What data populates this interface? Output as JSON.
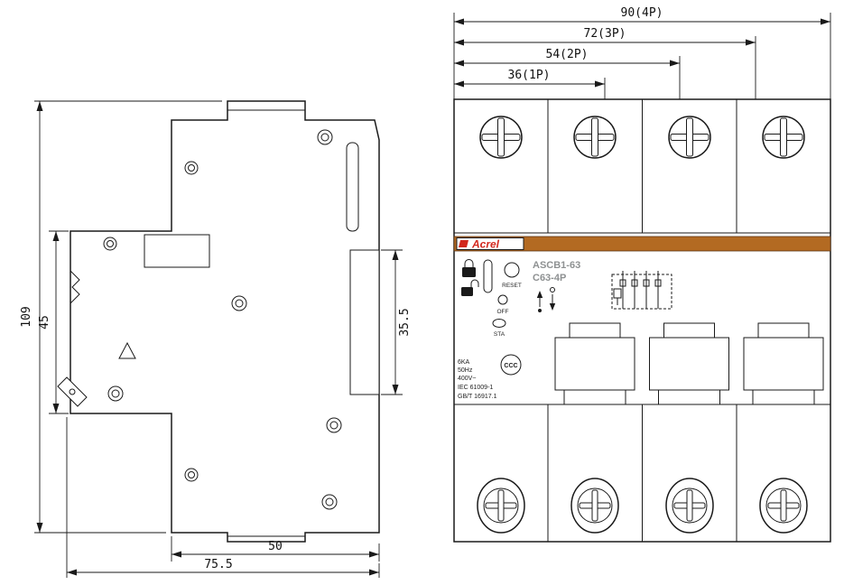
{
  "dims": {
    "side": {
      "height_overall": "109",
      "height_pole_face": "45",
      "rail_clip": "35.5",
      "width_body": "50",
      "width_overall": "75.5"
    },
    "front": {
      "p4": "90(4P)",
      "p3": "72(3P)",
      "p2": "54(2P)",
      "p1": "36(1P)"
    }
  },
  "device": {
    "brand": "Acrel",
    "model": "ASCB1-63",
    "rating": "C63-4P",
    "reset": "RESET",
    "off": "OFF",
    "sta": "STA",
    "breaking_capacity": "6KA",
    "frequency": "50Hz",
    "voltage": "400V~",
    "standard_iec": "IEC 61009-1",
    "standard_gb": "GB/T 16917.1",
    "cert": "CCC"
  },
  "colors": {
    "band": "#B36A22",
    "brand_red": "#D2281E",
    "line": "#1A1A1A",
    "model_gray": "#8E9192"
  }
}
